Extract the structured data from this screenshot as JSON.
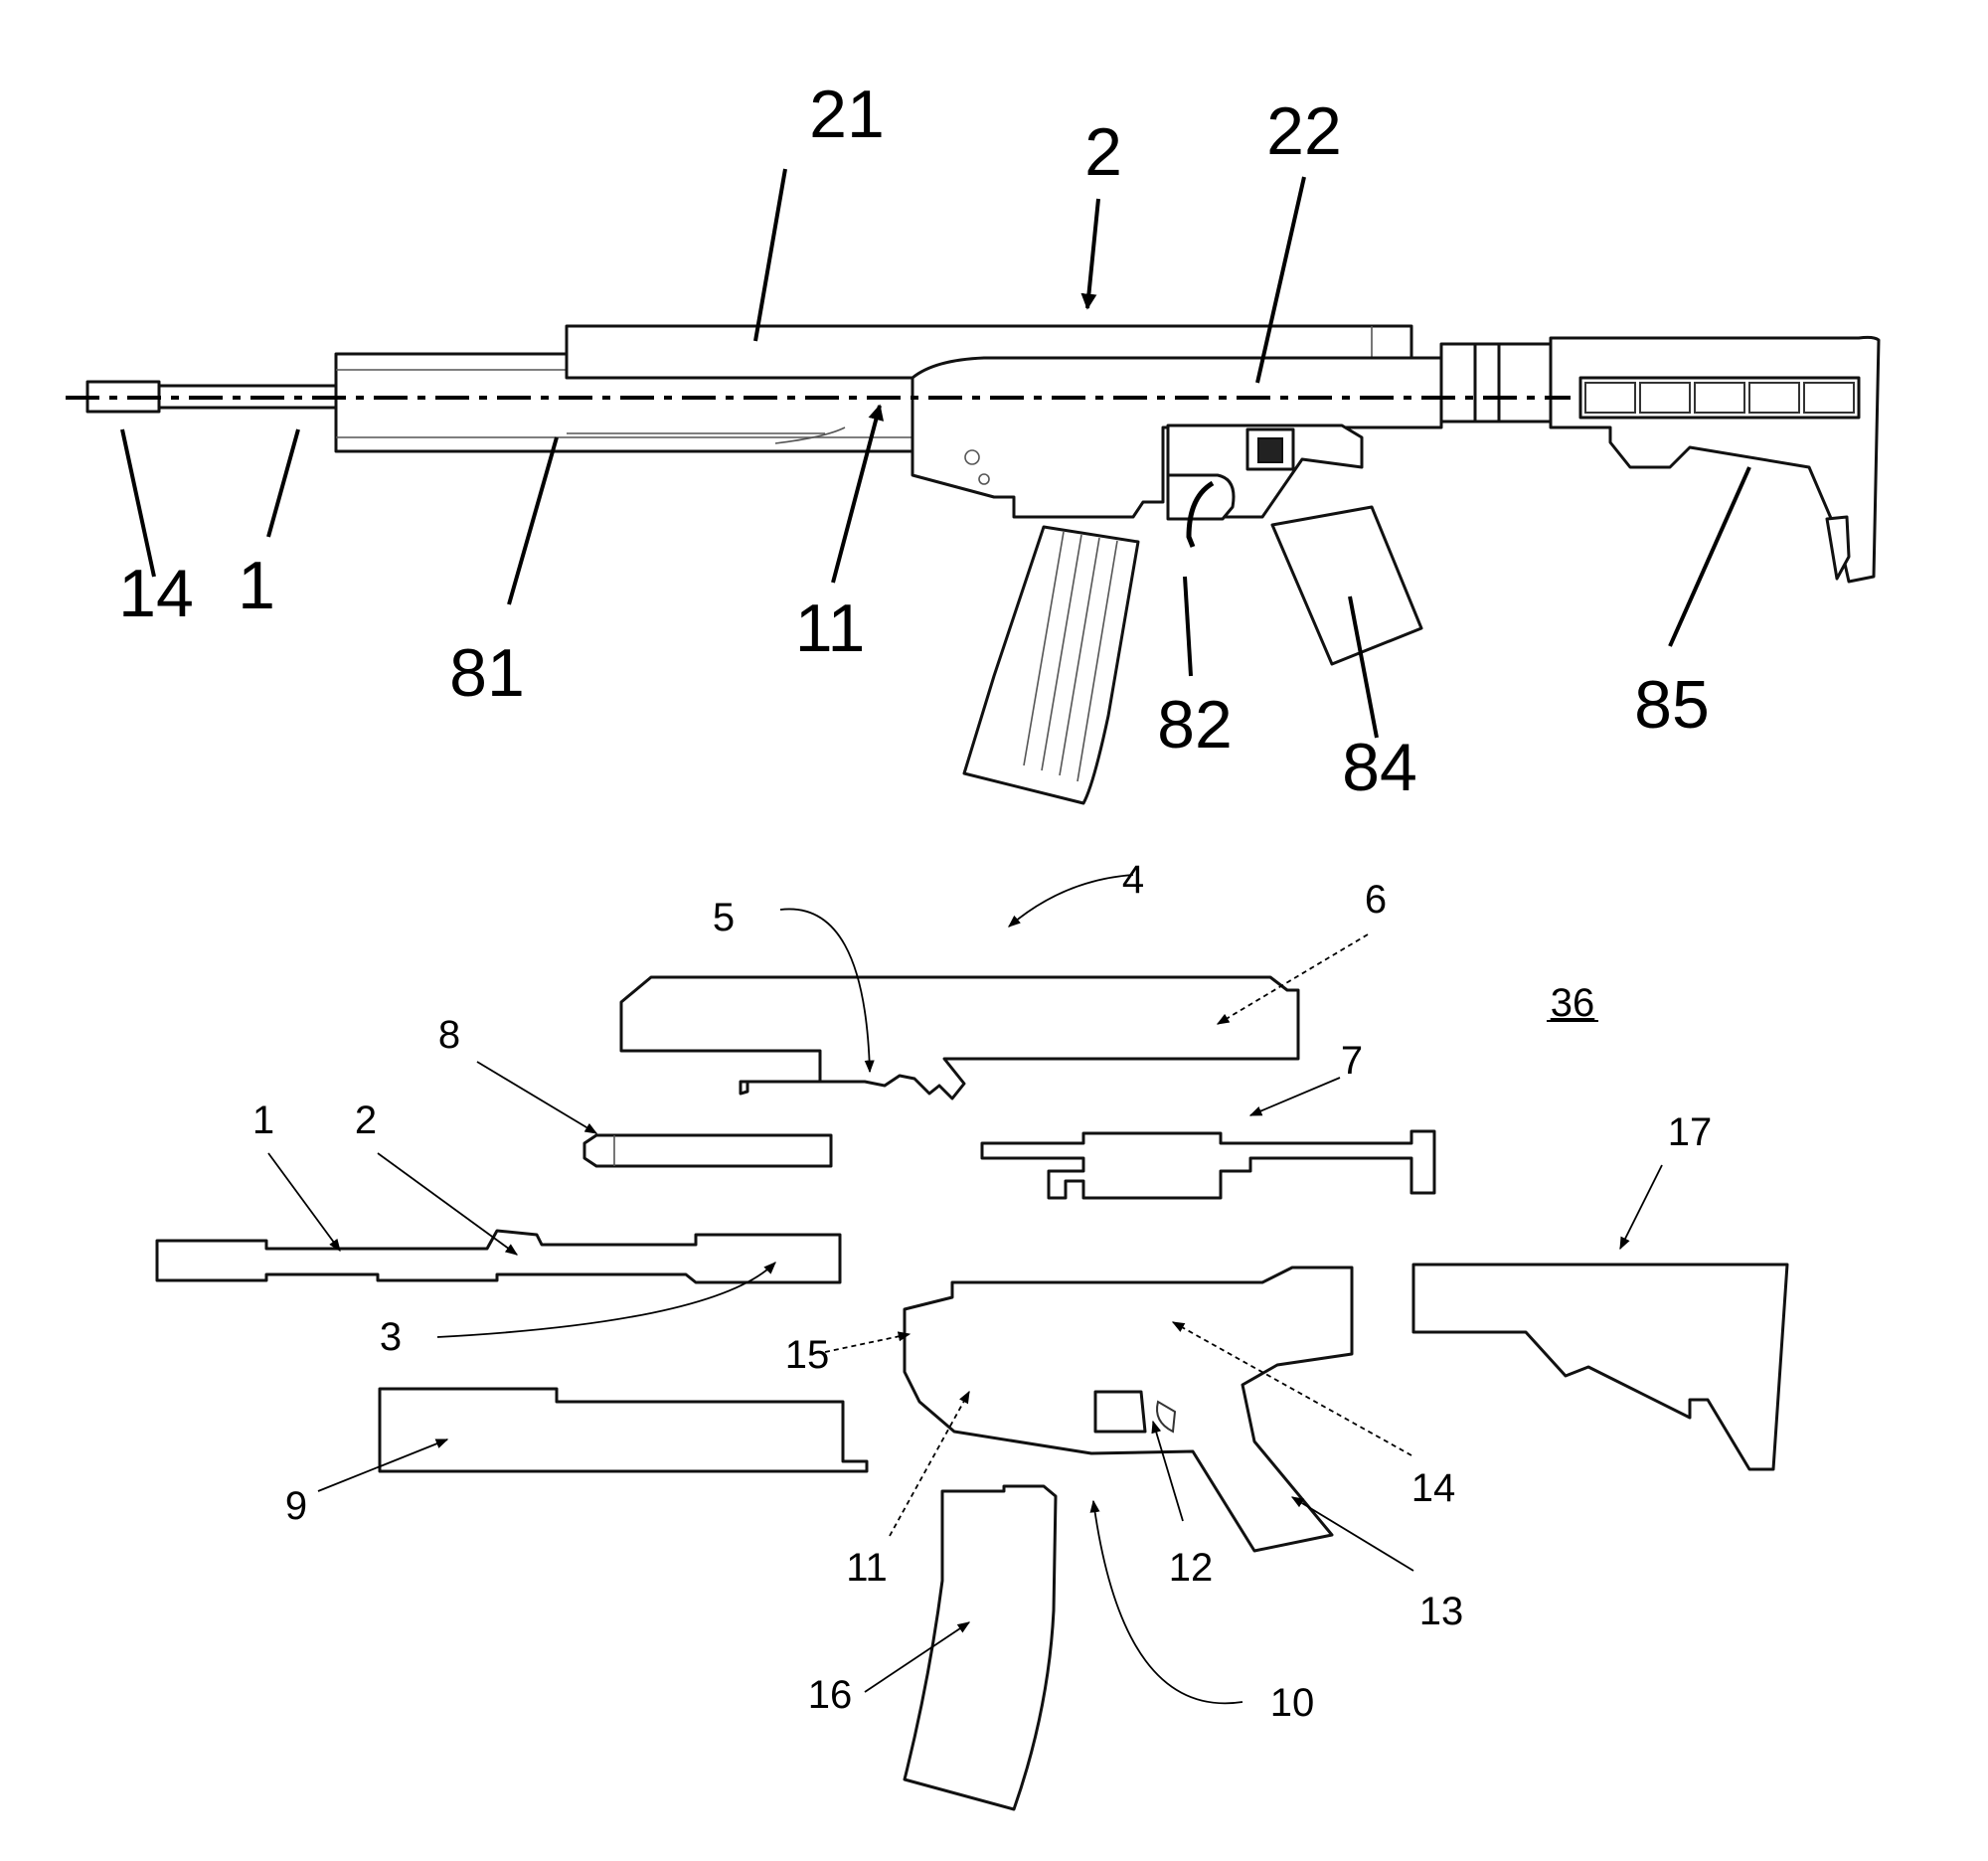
{
  "top_figure": {
    "labels": {
      "barrel_tip": "14",
      "barrel": "1",
      "handguard": "81",
      "bore_axis": "11",
      "upper_front": "21",
      "upper_assembly": "2",
      "upper_rear": "22",
      "trigger": "82",
      "grip": "84",
      "stock": "85"
    }
  },
  "bottom_figure": {
    "figure_ref": "36",
    "labels": {
      "barrel": "1",
      "barrel_extension": "2",
      "chamber": "3",
      "upper_receiver": "4",
      "ejection_hook": "5",
      "receiver_body": "6",
      "bolt_carrier": "7",
      "gas_piston": "8",
      "handguard": "9",
      "lower_receiver": "10",
      "magwell": "11",
      "trigger": "12",
      "grip": "13",
      "receiver_rear": "14",
      "receiver_front": "15",
      "magazine": "16",
      "stock": "17"
    }
  }
}
